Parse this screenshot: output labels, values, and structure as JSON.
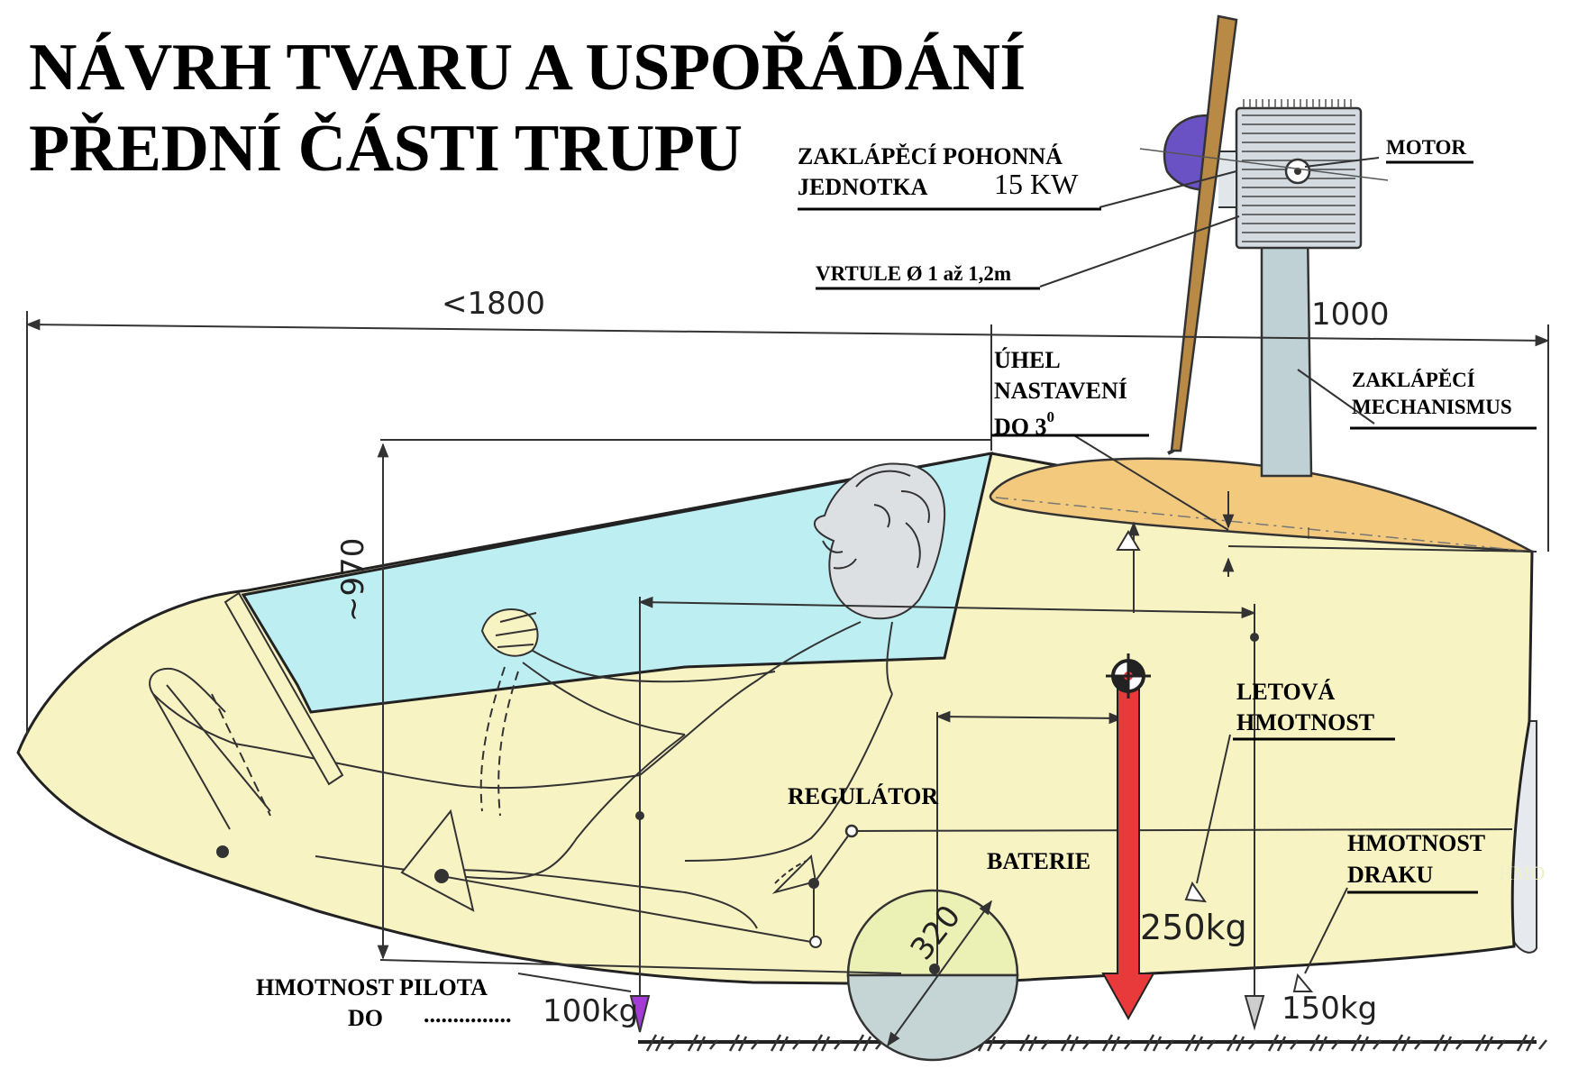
{
  "title": {
    "line1": "NÁVRH TVARU A USPOŘÁDÁNÍ",
    "line2": "PŘEDNÍ ČÁSTI TRUPU"
  },
  "labels": {
    "propulsion_line1": "ZAKLÁPĚCÍ POHONNÁ",
    "propulsion_line2": "JEDNOTKA",
    "propulsion_power": "15 KW",
    "motor": "MOTOR",
    "propeller": "VRTULE Ø  1 až 1,2m",
    "tilt_mech_line1": "ZAKLÁPĚCÍ",
    "tilt_mech_line2": "MECHANISMUS",
    "angle_line1": "ÚHEL",
    "angle_line2": "NASTAVENÍ",
    "angle_line3": "DO  3",
    "angle_sup": "0",
    "flight_mass_line1": "LETOVÁ",
    "flight_mass_line2": "HMOTNOST",
    "regulator": "REGULÁTOR",
    "battery": "BATERIE",
    "airframe_mass_line1": "HMOTNOST",
    "airframe_mass_line2": "DRAKU",
    "pilot_mass_line1": "HMOTNOST PILOTA",
    "pilot_mass_line2": "DO",
    "pilot_mass_dots": "...............",
    "faded_text": "HMO"
  },
  "dimensions": {
    "length": "<1800",
    "pylon": "1000",
    "height": "~970",
    "wheel": "320"
  },
  "masses": {
    "total": "250kg",
    "pilot": "100kg",
    "airframe": "150kg"
  },
  "colors": {
    "fuselage": "#f8f3c3",
    "canopy": "#bdeef2",
    "cover": "#f3c97e",
    "propeller": "#b98a45",
    "spinner": "#6a52c4",
    "motor": "#d4dbe0",
    "pylon": "#c0d1d6",
    "wheel_top": "#ebf0b4",
    "wheel_bottom": "#c5d4d4",
    "cg_arrow": "#e83a3a",
    "pilot_marker": "#a53bd6",
    "airframe_marker": "#cdcdcd",
    "rudder": "#e6eaee",
    "skin": "#dde0e2"
  },
  "icons": {
    "cg": "center-of-gravity-icon",
    "ground": "ground-hatch-icon"
  }
}
